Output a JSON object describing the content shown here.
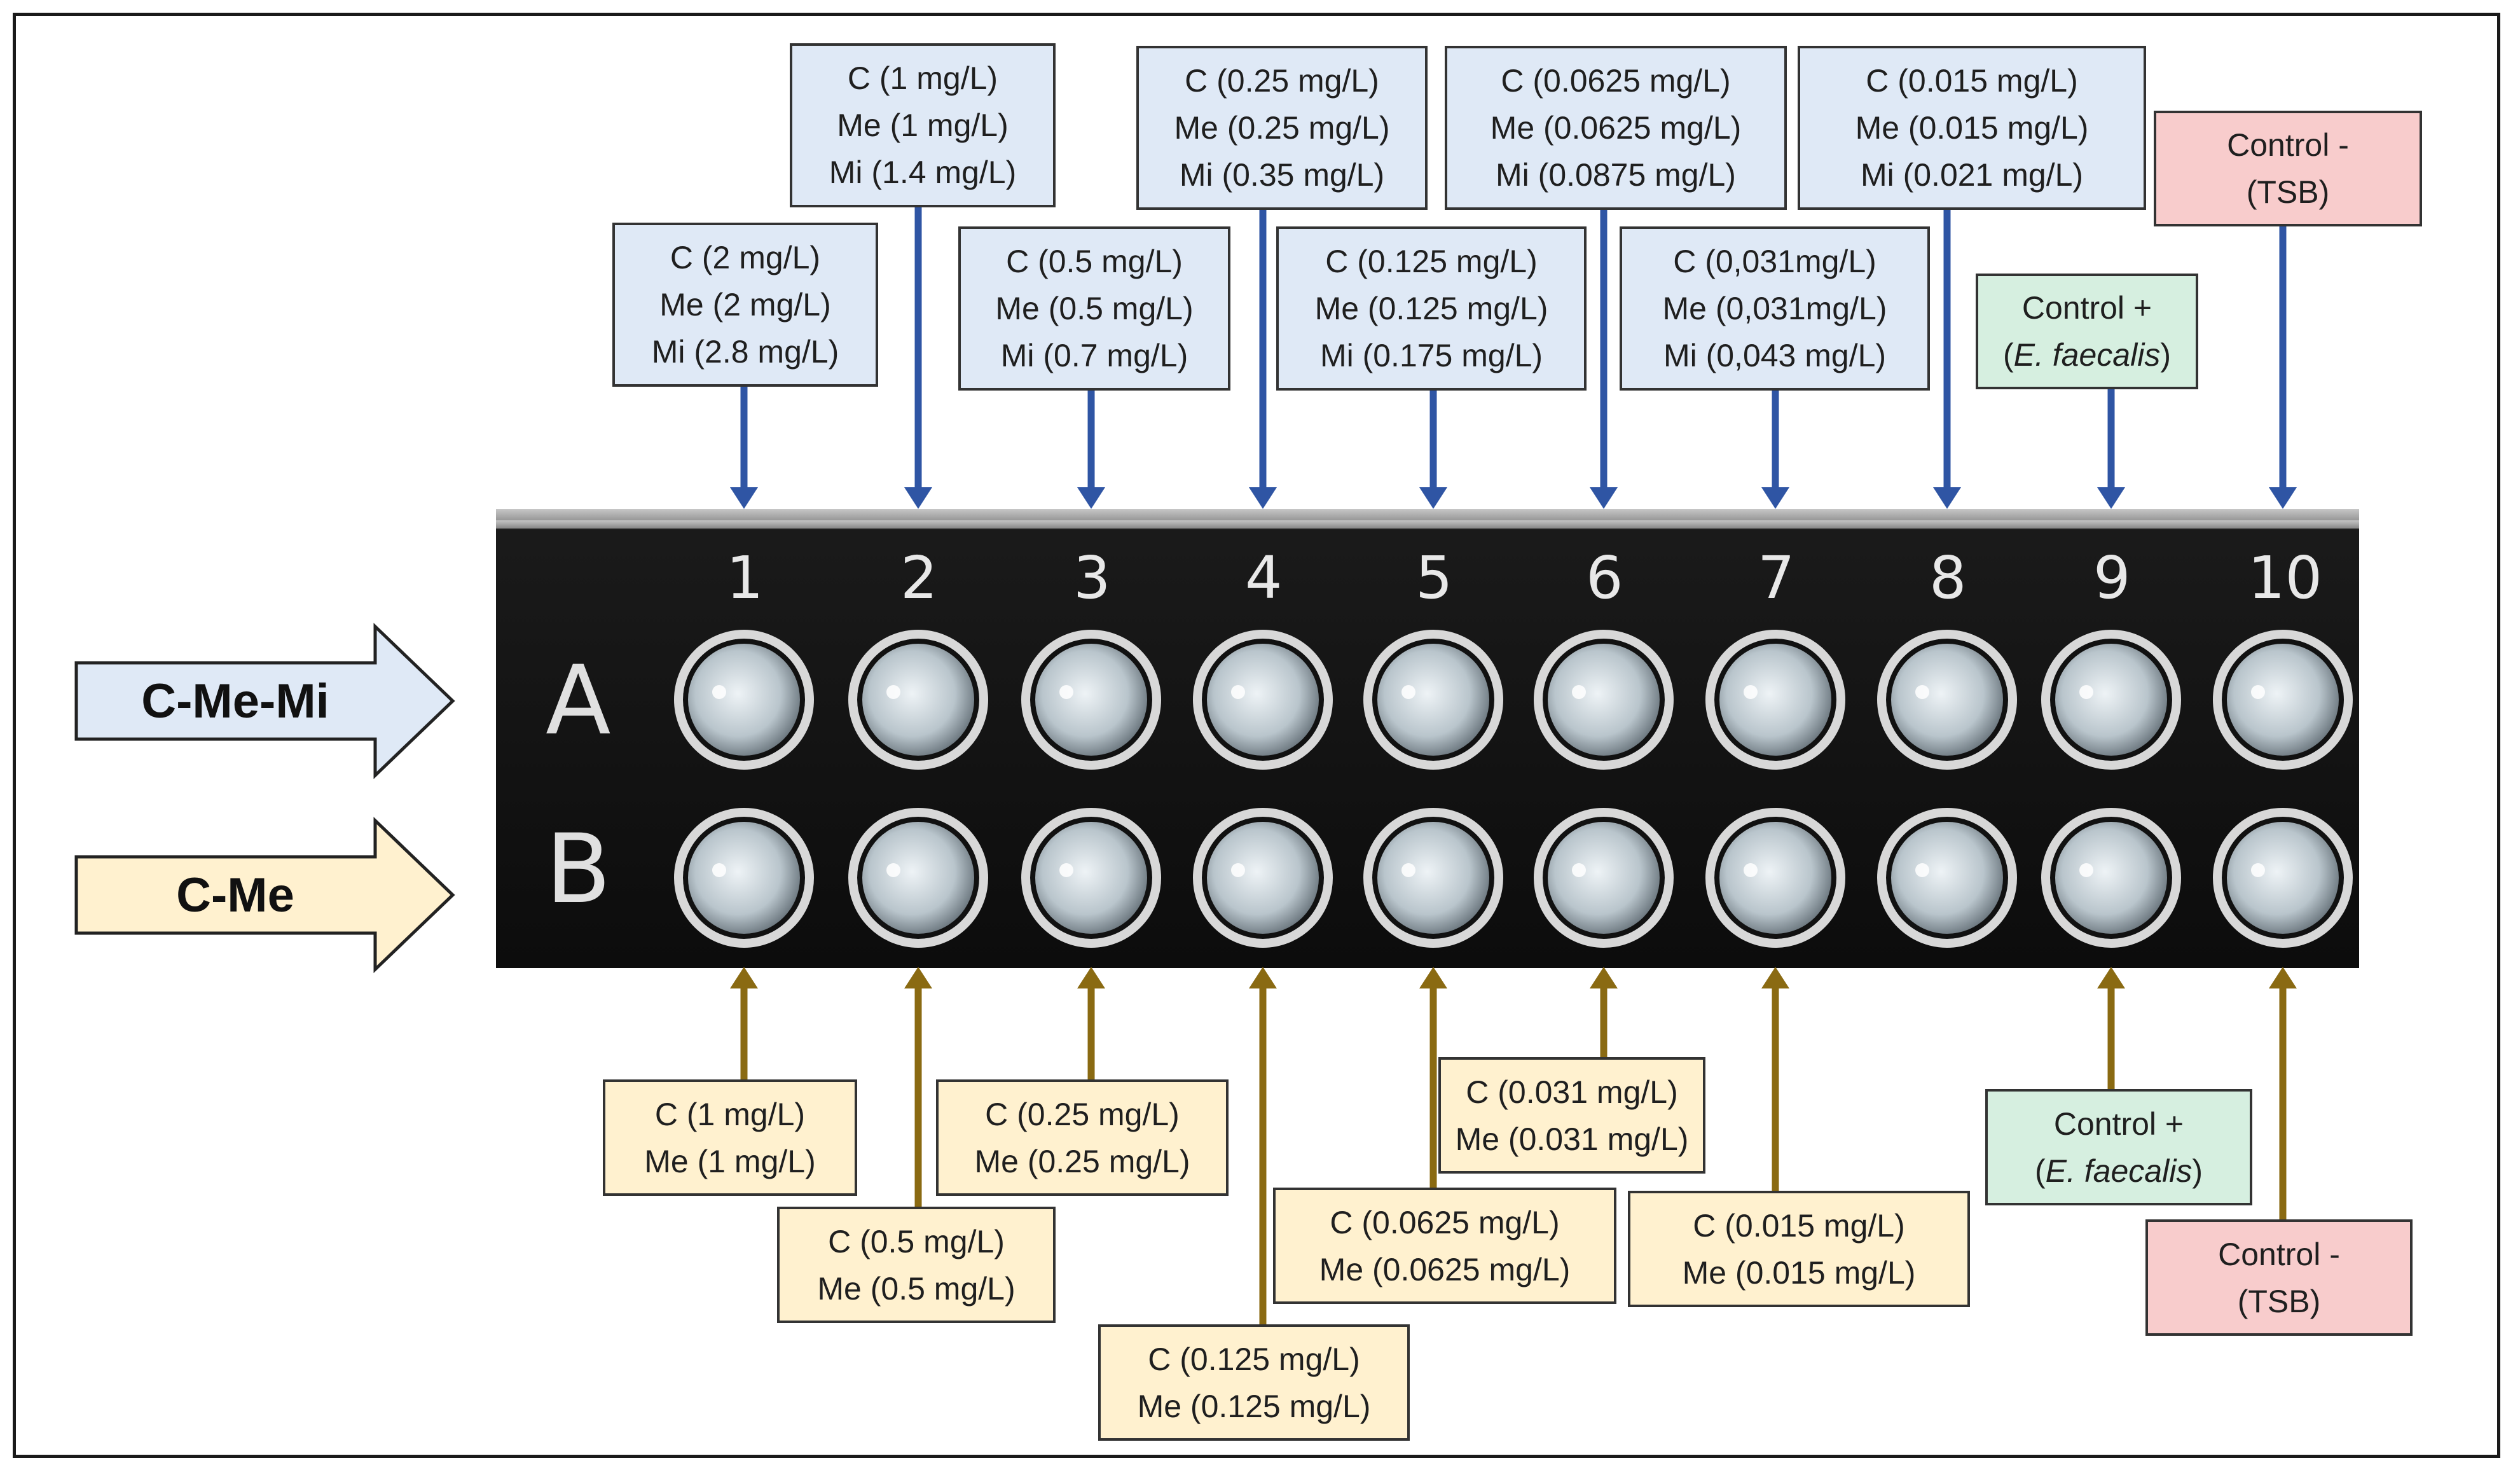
{
  "rows": {
    "top": "C-Me-Mi",
    "bottom": "C-Me"
  },
  "plate": {
    "columns": [
      "1",
      "2",
      "3",
      "4",
      "5",
      "6",
      "7",
      "8",
      "9",
      "10"
    ],
    "rows": [
      "A",
      "B"
    ]
  },
  "top_labels": [
    [
      "C (2 mg/L)",
      "Me (2 mg/L)",
      "Mi (2.8 mg/L)"
    ],
    [
      "C (1 mg/L)",
      "Me (1 mg/L)",
      "Mi (1.4 mg/L)"
    ],
    [
      "C (0.5 mg/L)",
      "Me (0.5 mg/L)",
      "Mi (0.7 mg/L)"
    ],
    [
      "C (0.25 mg/L)",
      "Me (0.25 mg/L)",
      "Mi (0.35 mg/L)"
    ],
    [
      "C (0.125 mg/L)",
      "Me (0.125 mg/L)",
      "Mi (0.175 mg/L)"
    ],
    [
      "C (0.0625 mg/L)",
      "Me (0.0625 mg/L)",
      "Mi (0.0875 mg/L)"
    ],
    [
      "C (0,031mg/L)",
      "Me (0,031mg/L)",
      "Mi (0,043 mg/L)"
    ],
    [
      "C (0.015 mg/L)",
      "Me (0.015 mg/L)",
      "Mi (0.021 mg/L)"
    ],
    [
      "Control +",
      "E. faecalis"
    ],
    [
      "Control -",
      "(TSB)"
    ]
  ],
  "bottom_labels": [
    [
      "C (1 mg/L)",
      "Me (1 mg/L)"
    ],
    [
      "C (0.5 mg/L)",
      "Me (0.5 mg/L)"
    ],
    [
      "C (0.25 mg/L)",
      "Me (0.25 mg/L)"
    ],
    [
      "C (0.125 mg/L)",
      "Me (0.125 mg/L)"
    ],
    [
      "C (0.0625 mg/L)",
      "Me (0.0625 mg/L)"
    ],
    [
      "C (0.031 mg/L)",
      "Me (0.031 mg/L)"
    ],
    [
      "C (0.015 mg/L)",
      "Me (0.015 mg/L)"
    ],
    [
      "Control +",
      "E. faecalis"
    ],
    [
      "Control -",
      "(TSB)"
    ]
  ],
  "colors": {
    "top_arrow": "#2f55a4",
    "bottom_arrow": "#8a6a12",
    "blue_box": "#dfe9f6",
    "tan_box": "#fff1cf",
    "green_box": "#d6efe0",
    "pink_box": "#f8cccc"
  }
}
